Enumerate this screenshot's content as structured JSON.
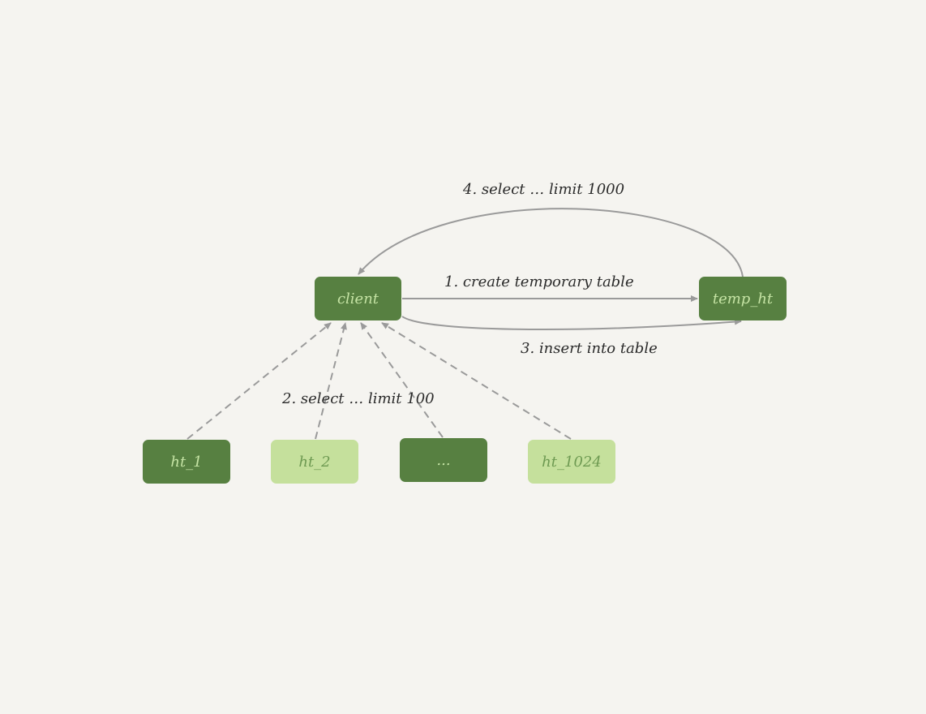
{
  "nodes": {
    "client": "client",
    "temp_ht": "temp_ht",
    "ht_1": "ht_1",
    "ht_2": "ht_2",
    "ellipsis": "...",
    "ht_1024": "ht_1024"
  },
  "edges": {
    "create": "1. create temporary table",
    "select_shards": "2. select … limit 100",
    "insert": "3. insert into table",
    "select_final": "4. select … limit 1000"
  },
  "colors": {
    "background": "#f5f4f0",
    "node_dark": "#578041",
    "node_dark_text": "#c5e3a4",
    "node_light": "#c5e09c",
    "node_light_text": "#6e9a52",
    "arrow": "#9a9a9a"
  }
}
